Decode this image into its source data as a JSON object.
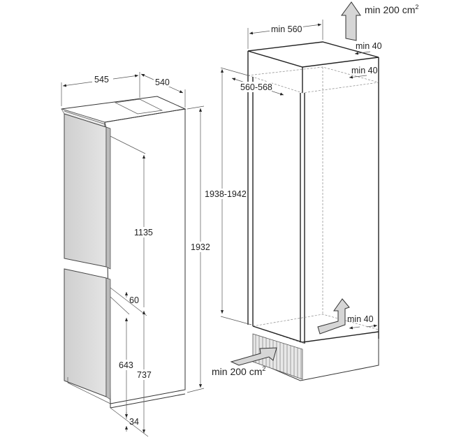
{
  "diagram": {
    "type": "installation-dimensions",
    "units": "mm",
    "appliance": {
      "width": "545",
      "depth": "540",
      "height": "1932",
      "upper_door_height": "1135",
      "gap_between_doors": "60",
      "lower_door_height": "643",
      "lower_section_height": "737",
      "plinth_offset": "34"
    },
    "niche": {
      "width": "min 560",
      "depth": "560-568",
      "height": "1938-1942",
      "top_rear_clearance": "min 40",
      "top_side_clearance": "min 40",
      "bottom_clearance": "min 40",
      "top_vent_area": "min 200 cm",
      "top_vent_sup": "2",
      "bottom_vent_area": "min 200 cm",
      "bottom_vent_sup": "2"
    },
    "colors": {
      "line": "#333333",
      "door_panel": "#d9d9d9",
      "arrow_fill": "#d6d6d6",
      "background": "#ffffff"
    }
  }
}
